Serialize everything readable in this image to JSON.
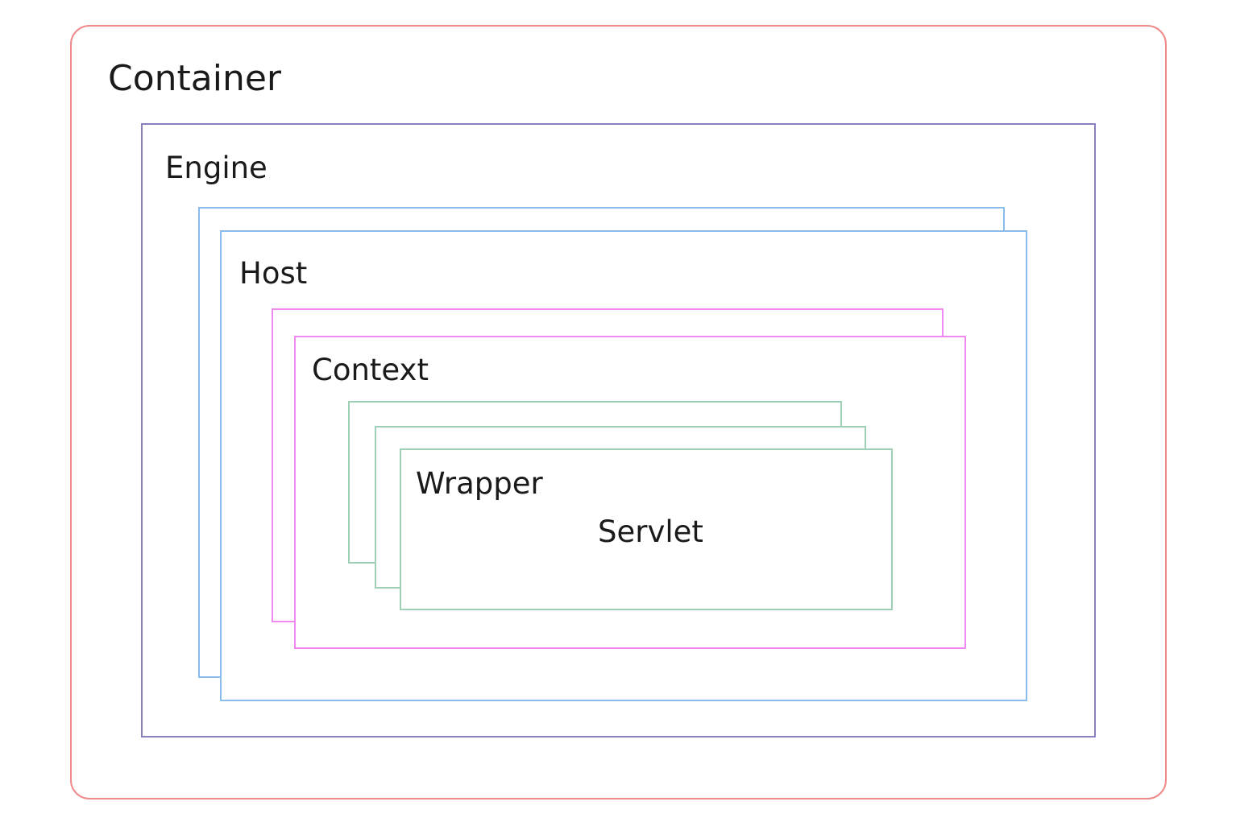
{
  "diagram": {
    "container": {
      "label": "Container",
      "color": "#f08a8a"
    },
    "engine": {
      "label": "Engine",
      "color": "#8c7fbf"
    },
    "host": {
      "label": "Host",
      "color": "#8cbcea"
    },
    "context": {
      "label": "Context",
      "color": "#f08af0"
    },
    "wrapper": {
      "label": "Wrapper",
      "color": "#9fcfb4"
    },
    "servlet": {
      "label": "Servlet"
    }
  }
}
